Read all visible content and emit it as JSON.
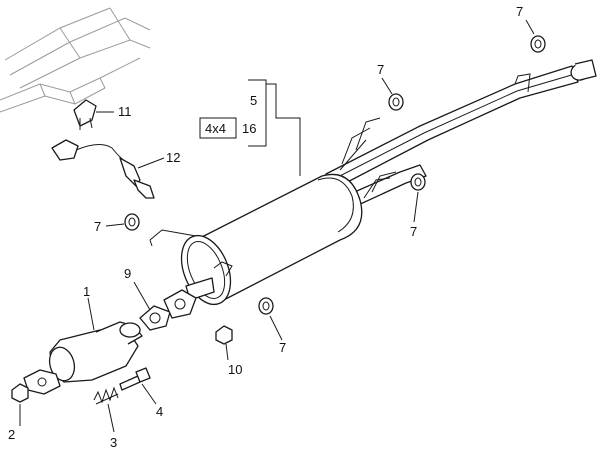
{
  "labels": {
    "cat_converter": "1",
    "cap_nut": "2",
    "spring": "3",
    "bolt": "4",
    "silencer": "5",
    "variant_tag": "4x4",
    "silencer_variant": "16",
    "rubber_mount": "7",
    "gasket": "9",
    "nut": "10",
    "clip": "11",
    "lambda_sensor": "12"
  }
}
